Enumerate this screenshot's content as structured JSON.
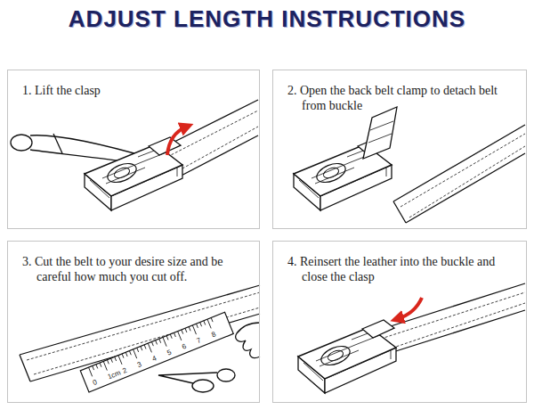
{
  "diagram": {
    "title": "ADJUST LENGTH INSTRUCTIONS",
    "nodes": [
      {
        "text": [
          "1. Lift the clasp"
        ]
      },
      {
        "text": [
          "2. Open the back belt clamp to detach belt from buckle"
        ]
      },
      {
        "text": [
          "3. Cut the belt to your desire size and be careful how much you cut off."
        ]
      },
      {
        "text": [
          "4. Reinsert the leather into the buckle and close the clasp"
        ]
      }
    ],
    "labels": [
      "0",
      "1cm",
      "2",
      "3",
      "4",
      "5",
      "6",
      "7",
      "8"
    ]
  }
}
